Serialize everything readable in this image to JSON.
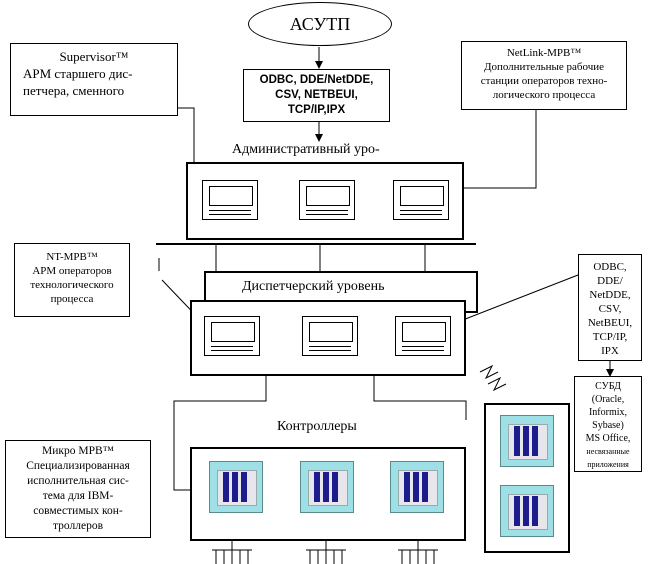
{
  "nodes": {
    "asutp": "АСУТП",
    "protocols_top": [
      "ODBC, DDE/NetDDE,",
      "CSV, NETBEUI,",
      "TCP/IP,IPX"
    ],
    "supervisor": {
      "title": "Supervisor™",
      "lines": [
        "АРМ старшего дис-",
        "петчера, сменного"
      ]
    },
    "netlink": {
      "title": "NetLink-MPB™",
      "lines": [
        "Дополнительные рабочие",
        "станции операторов техно-",
        "логического процесса"
      ]
    },
    "admin_level": "Административный уро-",
    "nt_mpb": {
      "title": "NT-MPB™",
      "lines": [
        "АРМ операторов",
        "технологического",
        "процесса"
      ]
    },
    "dispatch_level": "Диспетчерский уровень",
    "protocols_right": [
      "ODBC,",
      "DDE/",
      "NetDDE,",
      "CSV,",
      "NetBEUI,",
      "TCP/IP,",
      "IPX"
    ],
    "dbms": [
      "СУБД",
      "(Oracle,",
      "Informix,",
      "Sybase)",
      "MS Office,",
      "несвязанные",
      "приложения"
    ],
    "controllers": "Контроллеры",
    "micro_mpb": {
      "title": "Микро MPB™",
      "lines": [
        "Специализированная",
        "исполнительная сис-",
        "тема для IBM-",
        "совместимых кон-",
        "троллеров"
      ]
    }
  }
}
